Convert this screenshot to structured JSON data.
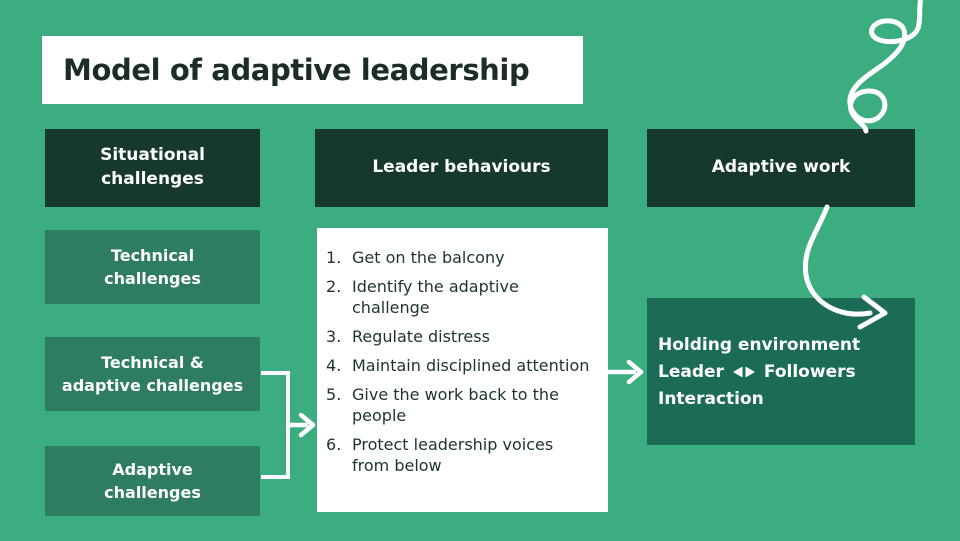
{
  "title": "Model of adaptive leadership",
  "headers": {
    "situational": "Situational\nchallenges",
    "behaviours": "Leader behaviours",
    "adaptive_work": "Adaptive work"
  },
  "situational_items": [
    "Technical\nchallenges",
    "Technical &\nadaptive challenges",
    "Adaptive\nchallenges"
  ],
  "behaviour_steps": [
    "Get on the balcony",
    "Identify the adaptive challenge",
    "Regulate distress",
    "Maintain disciplined attention",
    "Give the work back to the people",
    "Protect leadership voices from below"
  ],
  "holding": {
    "line1": "Holding environment",
    "leader": "Leader",
    "followers": "Followers",
    "line3": "Interaction",
    "between_icon": "left-right-arrow-icon"
  },
  "decorations": {
    "top_right": "corkscrew-squiggle-arrow"
  },
  "colors": {
    "background": "#3CAD80",
    "header_box": "#17382C",
    "item_box": "#2E7D60",
    "holding_box": "#1B6B56",
    "panel_white": "#FFFFFF",
    "dark_text": "#1B2D25",
    "list_text": "#1D342B",
    "connector": "#FFFFFF"
  }
}
